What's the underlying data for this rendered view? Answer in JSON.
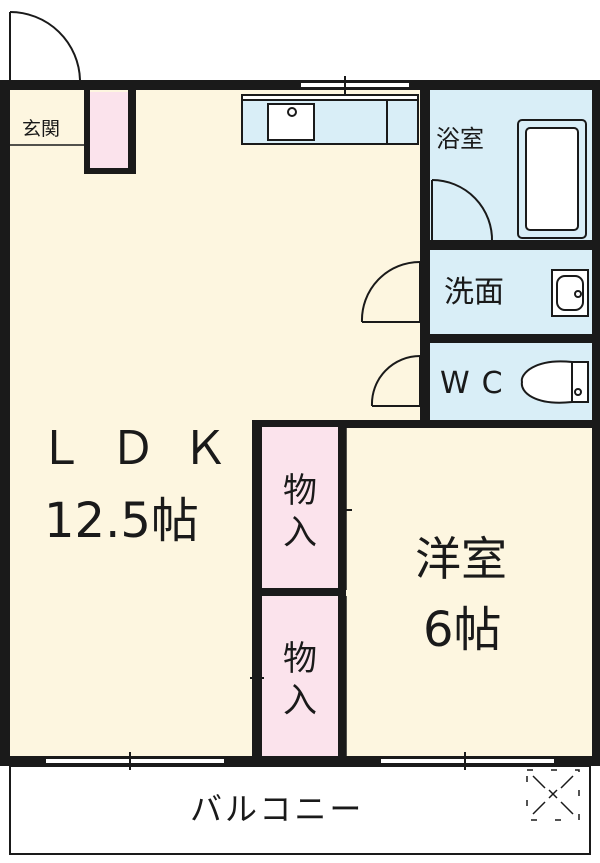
{
  "rooms": {
    "genkan": {
      "label": "玄関"
    },
    "yokushitsu": {
      "label": "浴室"
    },
    "senmen": {
      "label": "洗面"
    },
    "wc": {
      "label": "WC"
    },
    "ldk": {
      "name": "ＬＤＫ",
      "area": "12.5帖"
    },
    "mono1": {
      "line1": "物",
      "line2": "入"
    },
    "mono2": {
      "line1": "物",
      "line2": "入"
    },
    "yoshitsu": {
      "name": "洋室",
      "area": "6帖"
    },
    "balcony": {
      "label": "バルコニー"
    }
  },
  "colors": {
    "wall": "#1a1a1a",
    "living_floor": "#fdf6e0",
    "wet_area": "#d9eef7",
    "storage": "#fbe3ec",
    "exterior": "#ffffff"
  },
  "icons": [
    "kitchen-sink-icon",
    "bathtub-icon",
    "washbasin-icon",
    "toilet-icon",
    "aircon-outlet-icon"
  ]
}
